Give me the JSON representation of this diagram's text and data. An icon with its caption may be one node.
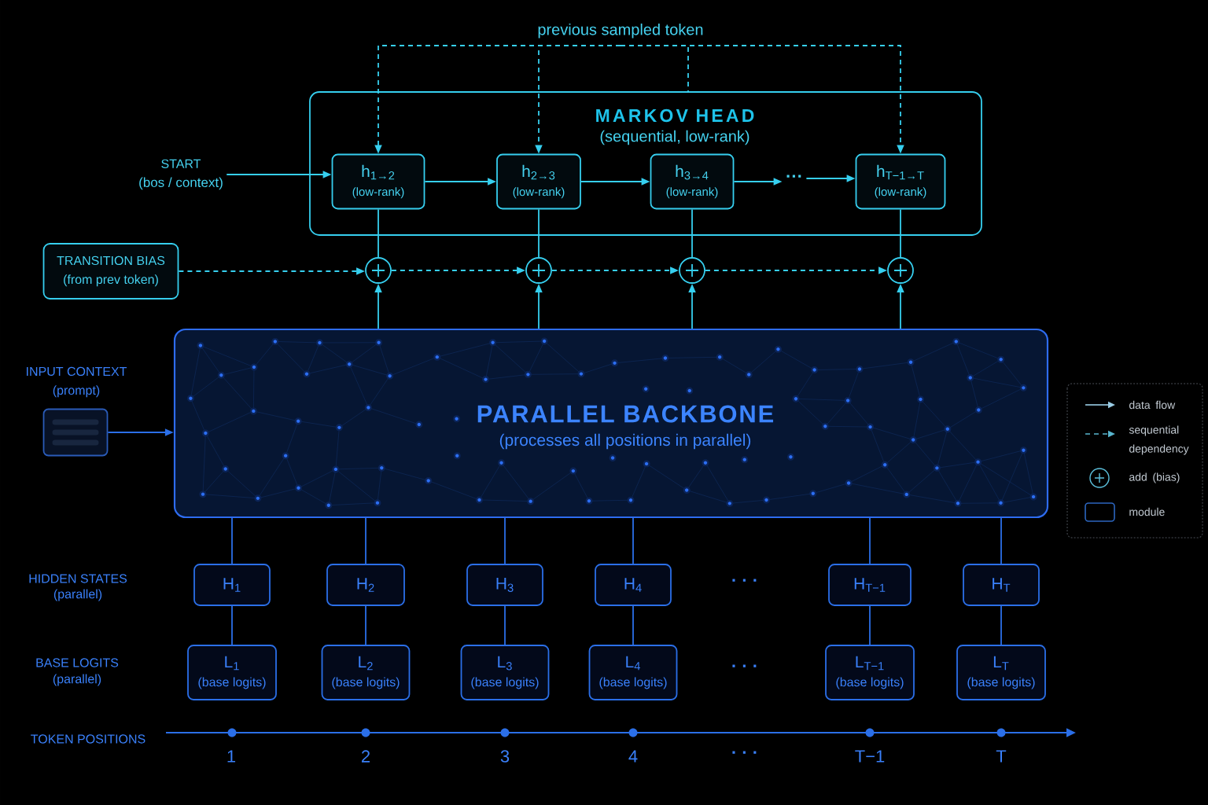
{
  "diagram": {
    "nodes": [
      {
        "text": [
          "previous sampled token"
        ]
      },
      {
        "text": [
          "MARKOV HEAD",
          "(sequential, low-rank)"
        ]
      },
      {
        "text": [
          "h$_{1→2}$",
          "(low-rank)"
        ],
        "in": 1
      },
      {
        "text": [
          "h$_{2→3}$",
          "(low-rank)"
        ],
        "in": 1
      },
      {
        "text": [
          "h$_{3→4}$",
          "(low-rank)"
        ],
        "in": 1
      },
      {
        "text": [
          "···"
        ],
        "in": 1
      },
      {
        "text": [
          "h$_{T−1→T}$",
          "(low-rank)"
        ],
        "in": 1
      },
      {
        "text": [
          "START",
          "(bos / context)"
        ]
      },
      {
        "text": [
          "TRANSITION BIAS",
          "(from prev token)"
        ]
      },
      {
        "text": [],
        "shape": "circle"
      },
      {
        "text": [],
        "shape": "circle"
      },
      {
        "text": [],
        "shape": "circle"
      },
      {
        "text": [],
        "shape": "circle"
      },
      {
        "text": [
          "INPUT CONTEXT",
          "(prompt)"
        ]
      },
      {
        "text": [
          "PARALLEL BACKBONE",
          "(processes all positions in parallel)"
        ]
      },
      {
        "text": [
          "H$_{1}$"
        ]
      },
      {
        "text": [
          "H$_{2}$"
        ]
      },
      {
        "text": [
          "H$_{3}$"
        ]
      },
      {
        "text": [
          "H$_{4}$"
        ]
      },
      {
        "text": [
          "H$_{T−1}$"
        ]
      },
      {
        "text": [
          "H$_{T}$"
        ]
      },
      {
        "text": [
          "L$_{1}$",
          "(base logits)"
        ]
      },
      {
        "text": [
          "L$_{2}$",
          "(base logits)"
        ]
      },
      {
        "text": [
          "L$_{3}$",
          "(base logits)"
        ]
      },
      {
        "text": [
          "L$_{4}$",
          "(base logits)"
        ]
      },
      {
        "text": [
          "L$_{T−1}$",
          "(base logits)"
        ]
      },
      {
        "text": [
          "L$_{T}$",
          "(base logits)"
        ]
      }
    ],
    "edges": [
      {
        "from": 7,
        "to": 2,
        "arrow": "to"
      },
      {
        "from": 2,
        "to": 3,
        "arrow": "to"
      },
      {
        "from": 3,
        "to": 4,
        "arrow": "to"
      },
      {
        "from": 4,
        "to": 5,
        "arrow": "to"
      },
      {
        "from": 5,
        "to": 6,
        "arrow": "to"
      },
      {
        "from": 0,
        "to": 2,
        "arrow": "to",
        "style": "dashed"
      },
      {
        "from": 0,
        "to": 3,
        "arrow": "to",
        "style": "dashed"
      },
      {
        "from": 0,
        "to": 1,
        "arrow": "none",
        "style": "dashed"
      },
      {
        "from": 0,
        "to": 6,
        "arrow": "to",
        "style": "dashed"
      },
      {
        "from": 8,
        "to": 9,
        "arrow": "to",
        "style": "dashed"
      },
      {
        "from": 9,
        "to": 10,
        "arrow": "to",
        "style": "dashed"
      },
      {
        "from": 10,
        "to": 11,
        "arrow": "to",
        "style": "dashed"
      },
      {
        "from": 11,
        "to": 12,
        "arrow": "to",
        "style": "dashed"
      },
      {
        "from": 2,
        "to": 9,
        "arrow": "none"
      },
      {
        "from": 3,
        "to": 10,
        "arrow": "none"
      },
      {
        "from": 4,
        "to": 11,
        "arrow": "none"
      },
      {
        "from": 6,
        "to": 12,
        "arrow": "none"
      },
      {
        "from": 14,
        "to": 9,
        "arrow": "to"
      },
      {
        "from": 14,
        "to": 10,
        "arrow": "to"
      },
      {
        "from": 14,
        "to": 11,
        "arrow": "to"
      },
      {
        "from": 14,
        "to": 12,
        "arrow": "to"
      },
      {
        "from": 13,
        "to": 14,
        "arrow": "to",
        "color": "#2b6fe8"
      },
      {
        "from": 14,
        "to": 15,
        "arrow": "none",
        "color": "#2b6fe8"
      },
      {
        "from": 14,
        "to": 16,
        "arrow": "none",
        "color": "#2b6fe8"
      },
      {
        "from": 14,
        "to": 17,
        "arrow": "none",
        "color": "#2b6fe8"
      },
      {
        "from": 14,
        "to": 18,
        "arrow": "none",
        "color": "#2b6fe8"
      },
      {
        "from": 14,
        "to": 19,
        "arrow": "none",
        "color": "#2b6fe8"
      },
      {
        "from": 14,
        "to": 20,
        "arrow": "none",
        "color": "#2b6fe8"
      },
      {
        "from": 15,
        "to": 21,
        "arrow": "none",
        "color": "#2b6fe8"
      },
      {
        "from": 16,
        "to": 22,
        "arrow": "none",
        "color": "#2b6fe8"
      },
      {
        "from": 17,
        "to": 23,
        "arrow": "none",
        "color": "#2b6fe8"
      },
      {
        "from": 18,
        "to": 24,
        "arrow": "none",
        "color": "#2b6fe8"
      },
      {
        "from": 19,
        "to": 25,
        "arrow": "none",
        "color": "#2b6fe8"
      },
      {
        "from": 20,
        "to": 26,
        "arrow": "none",
        "color": "#2b6fe8"
      }
    ],
    "labels": [
      "HIDDEN STATES",
      "(parallel)",
      "· · ·",
      "BASE LOGITS",
      "(parallel)",
      "· · ·",
      "TOKEN POSITIONS",
      "1",
      "2",
      "3",
      "4",
      "· · ·",
      "T−1",
      "T"
    ],
    "legend": [
      {
        "text": "data flow"
      },
      {
        "text": "sequential dependency"
      },
      {
        "text": "add (bias)"
      },
      {
        "text": "module"
      }
    ]
  }
}
